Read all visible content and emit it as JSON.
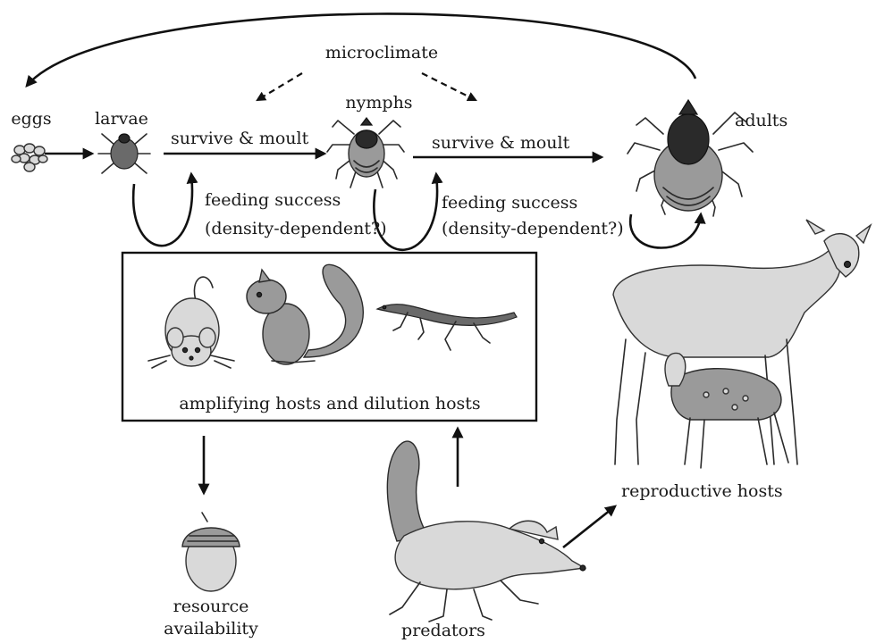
{
  "labels": {
    "eggs": "eggs",
    "larvae": "larvae",
    "nymphs": "nymphs",
    "adults": "adults",
    "microclimate": "microclimate",
    "survive_moult_1": "survive & moult",
    "survive_moult_2": "survive & moult",
    "feeding_success_1": "feeding success",
    "density_1": "(density-dependent?)",
    "feeding_success_2": "feeding success",
    "density_2": "(density-dependent?)",
    "hosts_box": "amplifying hosts and dilution hosts",
    "reproductive_hosts": "reproductive hosts",
    "resource_line1": "resource",
    "resource_line2": "availability",
    "predators": "predators"
  }
}
